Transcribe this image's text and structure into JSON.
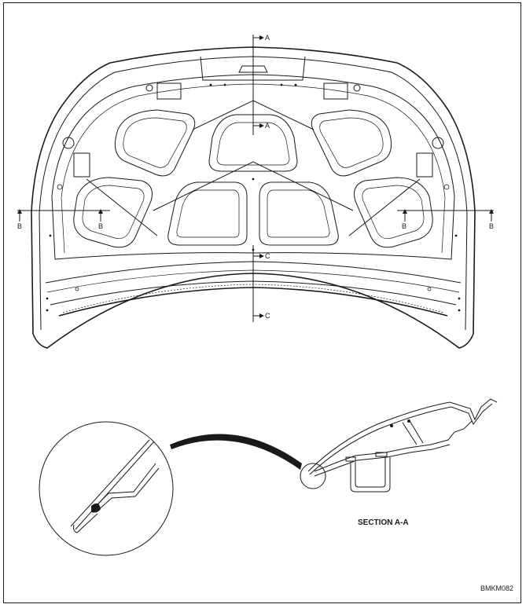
{
  "labels": {
    "a_top": "A",
    "a_mid": "A",
    "b_far_left": "B",
    "b_left": "B",
    "b_right": "B",
    "b_far_right": "B",
    "c_mid": "C",
    "c_bottom": "C"
  },
  "section_title": "SECTION A-A",
  "figure_code": "BMKM082"
}
